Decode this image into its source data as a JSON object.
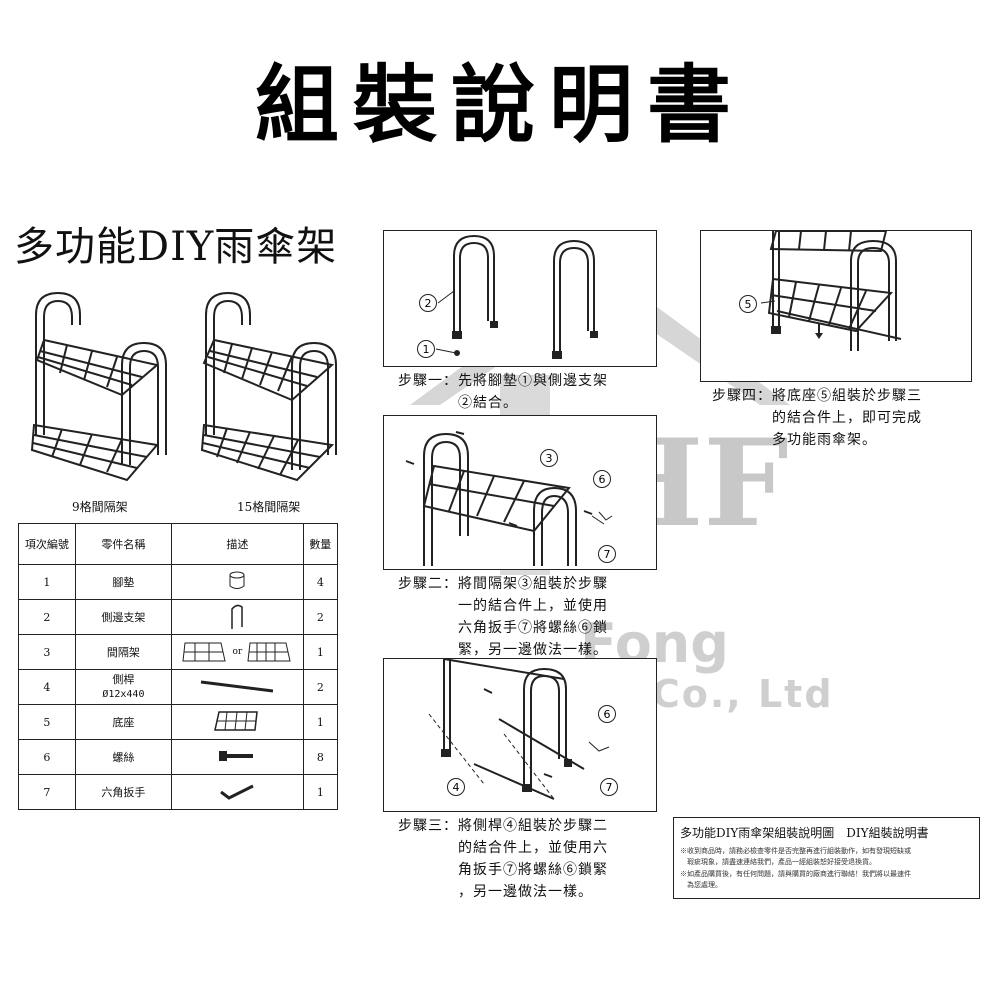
{
  "header": {
    "title": "組裝說明書"
  },
  "product": {
    "name": "多功能DIY雨傘架",
    "variant_9": "9格間隔架",
    "variant_15": "15格間隔架"
  },
  "parts_table": {
    "headers": [
      "項次編號",
      "零件名稱",
      "描述",
      "數量"
    ],
    "rows": [
      {
        "no": "1",
        "name": "腳墊",
        "qty": "4",
        "icon": "foot-pad-icon"
      },
      {
        "no": "2",
        "name": "側邊支架",
        "qty": "2",
        "icon": "side-frame-icon"
      },
      {
        "no": "3",
        "name": "間隔架",
        "qty": "1",
        "icon": "divider-rack-icon",
        "or": "or"
      },
      {
        "no": "4",
        "name": "側桿",
        "name2": "Ø12x440",
        "qty": "2",
        "icon": "side-rod-icon"
      },
      {
        "no": "5",
        "name": "底座",
        "qty": "1",
        "icon": "base-icon"
      },
      {
        "no": "6",
        "name": "螺絲",
        "qty": "8",
        "icon": "screw-icon"
      },
      {
        "no": "7",
        "name": "六角扳手",
        "qty": "1",
        "icon": "hex-key-icon"
      }
    ]
  },
  "steps": {
    "step1": "步驟一：先將腳墊①與側邊支架\n　　　　②結合。",
    "step2": "步驟二：將間隔架③組裝於步驟\n　　　　一的結合件上，並使用\n　　　　六角扳手⑦將螺絲⑥鎖\n　　　　緊，另一邊做法一樣。",
    "step3": "步驟三：將側桿④組裝於步驟二\n　　　　的結合件上，並使用六\n　　　　角扳手⑦將螺絲⑥鎖緊\n　　　　，另一邊做法一樣。",
    "step4": "步驟四：將底座⑤組裝於步驟三\n　　　　的結合件上，即可完成\n　　　　多功能雨傘架。"
  },
  "callouts": {
    "c1": "1",
    "c2": "2",
    "c3": "3",
    "c4": "4",
    "c5": "5",
    "c6": "6",
    "c7": "7"
  },
  "watermark": {
    "logo": "HF",
    "line1": "Fong",
    "line2": "Hardware Co., Ltd",
    "color": "#cfcfcf"
  },
  "note": {
    "title": "多功能DIY雨傘架組裝說明圖　DIY組裝說明書",
    "line1": "※收到商品時，請務必檢查零件是否完整再進行組裝動作，如有發現短缺或",
    "line2": "　瑕疵現象，請盡速連絡我們，產品一經組裝恕好接受退換貨。",
    "line3": "※如產品購買後，有任何問題，請與購買的廠商進行聯絡！我們將以最速件",
    "line4": "　為您處理。"
  }
}
